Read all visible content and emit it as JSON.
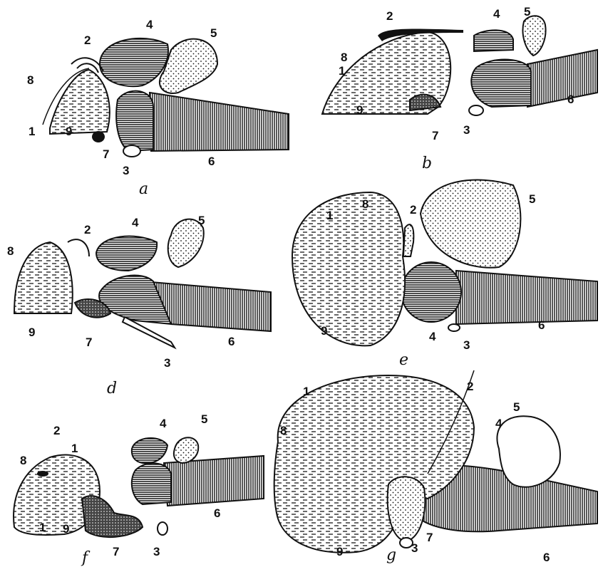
{
  "colors": {
    "ink": "#111111",
    "paper": "#ffffff"
  },
  "panels": [
    {
      "id": "a",
      "letter": "a",
      "labels": [
        "1",
        "2",
        "3",
        "4",
        "5",
        "6",
        "7",
        "8",
        "9"
      ]
    },
    {
      "id": "b",
      "letter": "b",
      "labels": [
        "1",
        "2",
        "3",
        "4",
        "5",
        "6",
        "7",
        "8",
        "9"
      ]
    },
    {
      "id": "d",
      "letter": "d",
      "labels": [
        "2",
        "3",
        "4",
        "5",
        "6",
        "7",
        "8",
        "9"
      ]
    },
    {
      "id": "e",
      "letter": "e",
      "labels": [
        "1",
        "2",
        "3",
        "4",
        "5",
        "6",
        "8",
        "9"
      ]
    },
    {
      "id": "f",
      "letter": "f",
      "labels": [
        "1",
        "1",
        "2",
        "3",
        "4",
        "5",
        "6",
        "7",
        "8",
        "9"
      ]
    },
    {
      "id": "g",
      "letter": "g",
      "labels": [
        "1",
        "2",
        "3",
        "4",
        "5",
        "6",
        "7",
        "8",
        "9"
      ]
    }
  ]
}
